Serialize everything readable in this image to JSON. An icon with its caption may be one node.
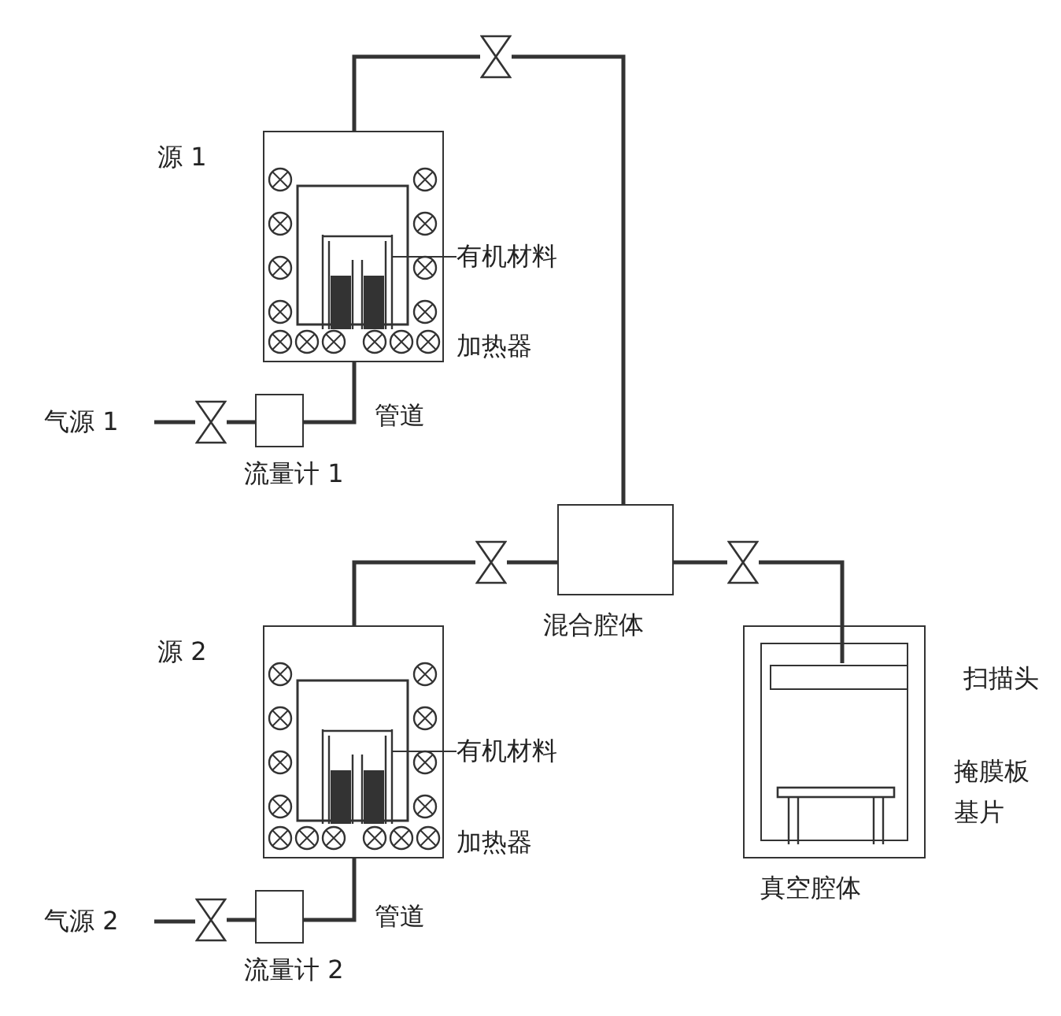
{
  "diagram": {
    "nodes": [
      {
        "text": [
          "源 1"
        ]
      },
      {
        "text": [],
        "shape": "box",
        "in": 0
      },
      {
        "text": [
          "有机材料"
        ]
      },
      {
        "text": [
          "气源 1"
        ]
      },
      {
        "text": [],
        "shape": "valve"
      },
      {
        "text": [
          "流量计 1"
        ]
      },
      {
        "text": [],
        "shape": "valve"
      },
      {
        "text": [
          "源 2"
        ]
      },
      {
        "text": [],
        "shape": "box",
        "in": 7
      },
      {
        "text": [
          "有机材料"
        ]
      },
      {
        "text": [
          "气源 2"
        ]
      },
      {
        "text": [],
        "shape": "valve"
      },
      {
        "text": [
          "流量计 2"
        ]
      },
      {
        "text": [],
        "shape": "valve"
      },
      {
        "text": [
          "混合腔体"
        ]
      },
      {
        "text": [],
        "shape": "valve"
      },
      {
        "text": [
          "真空腔体"
        ]
      },
      {
        "text": [],
        "shape": "bar",
        "in": 16
      }
    ],
    "edges": [
      {
        "from": 3,
        "to": 4,
        "arrow": "none"
      },
      {
        "from": 4,
        "to": 5,
        "arrow": "none"
      },
      {
        "from": 5,
        "to": 0,
        "arrow": "none"
      },
      {
        "from": 0,
        "to": 6,
        "arrow": "none"
      },
      {
        "from": 6,
        "to": 14,
        "arrow": "none"
      },
      {
        "from": 10,
        "to": 11,
        "arrow": "none"
      },
      {
        "from": 11,
        "to": 12,
        "arrow": "none"
      },
      {
        "from": 12,
        "to": 7,
        "arrow": "none"
      },
      {
        "from": 7,
        "to": 13,
        "arrow": "none"
      },
      {
        "from": 13,
        "to": 14,
        "arrow": "none"
      },
      {
        "from": 14,
        "to": 15,
        "arrow": "none"
      },
      {
        "from": 15,
        "to": 17,
        "arrow": "none"
      },
      {
        "from": 2,
        "to": 1,
        "arrow": "none"
      },
      {
        "from": 9,
        "to": 8,
        "arrow": "none"
      }
    ],
    "labels": [
      "加热器",
      "管道",
      "扫描头",
      "掩膜板",
      "基片",
      "加热器",
      "管道"
    ]
  }
}
